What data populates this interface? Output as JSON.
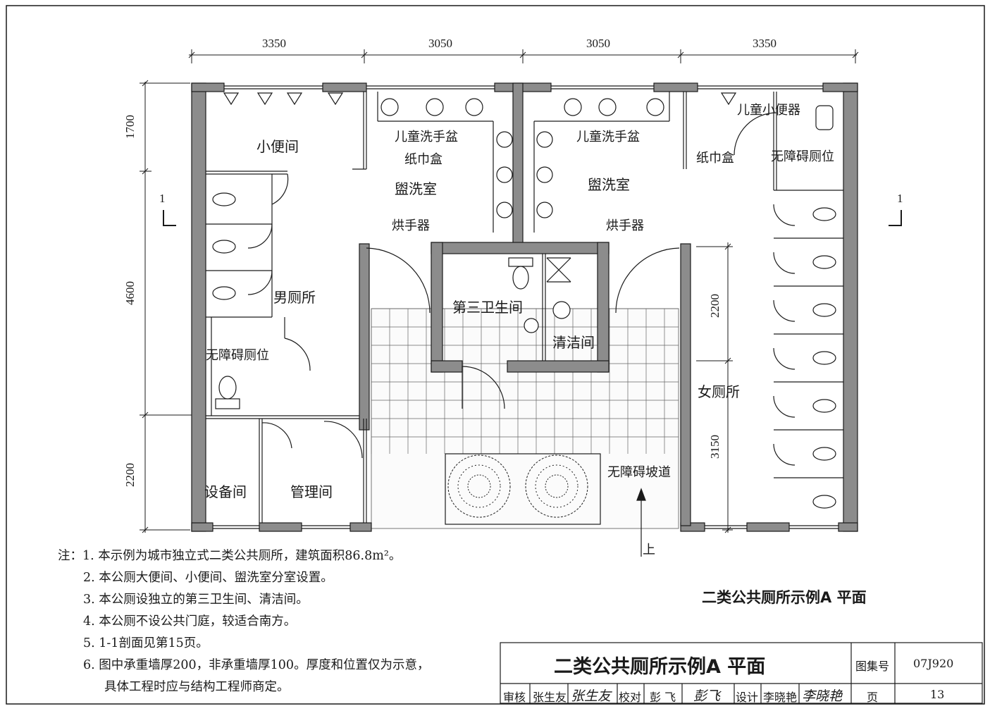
{
  "drawing": {
    "plan_title": "二类公共厕所示例A  平面",
    "dimensions_top": [
      "3350",
      "3050",
      "3050",
      "3350"
    ],
    "dimensions_left": [
      "1700",
      "4600",
      "2200"
    ],
    "dimensions_right": [
      "2200",
      "3150"
    ],
    "section_mark": "1",
    "rooms": {
      "urinal_room": "小便间",
      "washroom_left": "盥洗室",
      "washroom_right": "盥洗室",
      "mens_toilet": "男厕所",
      "womens_toilet": "女厕所",
      "accessible_stall_left": "无障碍厕位",
      "accessible_stall_right": "无障碍厕位",
      "third_restroom": "第三卫生间",
      "cleaning_room": "清洁间",
      "equipment_room": "设备间",
      "management_room": "管理间"
    },
    "fixtures": {
      "child_basin_left": "儿童洗手盆",
      "child_basin_right": "儿童洗手盆",
      "tissue_box_left": "纸巾盒",
      "tissue_box_right": "纸巾盒",
      "hand_dryer_left": "烘手器",
      "hand_dryer_right": "烘手器",
      "child_urinal": "儿童小便器",
      "ramp": "无障碍坡道",
      "up_arrow": "上"
    }
  },
  "notes": {
    "prefix": "注：",
    "items": [
      "1. 本示例为城市独立式二类公共厕所，建筑面积86.8m²。",
      "2. 本公厕大便间、小便间、盥洗室分室设置。",
      "3. 本公厕设独立的第三卫生间、清洁间。",
      "4. 本公厕不设公共门庭，较适合南方。",
      "5. 1-1剖面见第15页。",
      "6. 图中承重墙厚200，非承重墙厚100。厚度和位置仅为示意，",
      "具体工程时应与结构工程师商定。"
    ]
  },
  "title_block": {
    "title": "二类公共厕所示例A  平面",
    "atlas_label": "图集号",
    "atlas_number": "07J920",
    "review_label": "审核",
    "reviewer": "张生友",
    "reviewer_sig": "张生友",
    "check_label": "校对",
    "checker": "彭 飞",
    "checker_sig": "彭飞",
    "design_label": "设计",
    "designer": "李晓艳",
    "designer_sig": "李晓艳",
    "page_label": "页",
    "page_number": "13"
  },
  "colors": {
    "wall_fill": "#8c8c8c",
    "line": "#1a1a1a",
    "paper": "#ffffff"
  }
}
